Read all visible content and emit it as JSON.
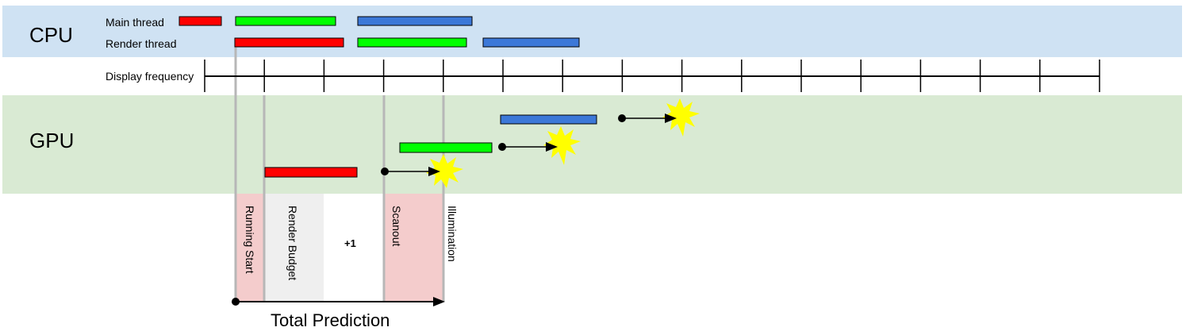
{
  "colors": {
    "cpu_band": "#cfe2f3",
    "gpu_band": "#d9ead3",
    "red": "#ff0000",
    "green": "#00ff00",
    "blue": "#3c78d8",
    "pink": "#f4cccc",
    "light_gray": "#efefef",
    "flash": "#ffff00",
    "divider": "#b7b7b7"
  },
  "labels": {
    "cpu": "CPU",
    "gpu": "GPU",
    "main_thread": "Main thread",
    "render_thread": "Render thread",
    "display_frequency": "Display frequency",
    "running_start": "Running Start",
    "render_budget": "Render Budget",
    "plus_one": "+1",
    "scanout": "Scanout",
    "illumination": "Illumination",
    "total_prediction": "Total Prediction"
  },
  "icons": {
    "flash": "starburst-icon",
    "arrow": "arrow-icon",
    "dot": "dot-icon"
  }
}
